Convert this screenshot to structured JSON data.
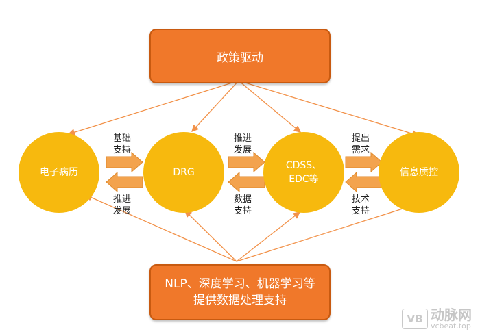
{
  "top": {
    "label": "政策驱动"
  },
  "bottom": {
    "line1": "NLP、深度学习、机器学习等",
    "line2": "提供数据处理支持"
  },
  "circles": {
    "emr": "电子病历",
    "drg": "DRG",
    "cdss_line1": "CDSS、",
    "cdss_line2": "EDC等",
    "qc": "信息质控"
  },
  "edges": {
    "emr_drg_top": [
      "基础",
      "支持"
    ],
    "drg_emr_bottom": [
      "推进",
      "发展"
    ],
    "drg_cdss_top": [
      "推进",
      "发展"
    ],
    "cdss_drg_bottom": [
      "数据",
      "支持"
    ],
    "cdss_qc_top": [
      "提出",
      "需求"
    ],
    "qc_cdss_bottom": [
      "技术",
      "支持"
    ]
  },
  "watermark": {
    "logo": "VB",
    "name": "动脉网",
    "url": "vcbeat.top"
  },
  "colors": {
    "box": "#f0782a",
    "circle": "#f7b90e",
    "arrow": "#f3a34e",
    "line": "#f2924a"
  }
}
